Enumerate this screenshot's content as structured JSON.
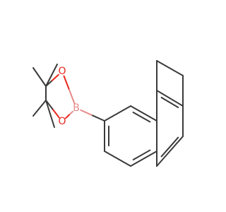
{
  "molecule": {
    "atoms": [
      {
        "id": "C1",
        "element": "C"
      },
      {
        "id": "C2",
        "element": "C"
      },
      {
        "id": "O3",
        "element": "O",
        "label": "O"
      },
      {
        "id": "B4",
        "element": "B",
        "label": "B"
      },
      {
        "id": "O5",
        "element": "O",
        "label": "O"
      },
      {
        "id": "Me1",
        "element": "C"
      },
      {
        "id": "Me2",
        "element": "C"
      },
      {
        "id": "Me3",
        "element": "C"
      },
      {
        "id": "Me4",
        "element": "C"
      },
      {
        "id": "Ar1",
        "element": "C"
      },
      {
        "id": "Ar2",
        "element": "C"
      },
      {
        "id": "Ar3",
        "element": "C"
      },
      {
        "id": "Ar4",
        "element": "C"
      },
      {
        "id": "Ar5",
        "element": "C"
      },
      {
        "id": "Ar6",
        "element": "C"
      },
      {
        "id": "Ar7",
        "element": "C"
      },
      {
        "id": "Ar8",
        "element": "C"
      },
      {
        "id": "Ar9",
        "element": "C"
      },
      {
        "id": "Ar10",
        "element": "C"
      },
      {
        "id": "Ar11",
        "element": "C"
      },
      {
        "id": "Ar12",
        "element": "C"
      },
      {
        "id": "Ar13",
        "element": "C"
      },
      {
        "id": "Ar14",
        "element": "C"
      }
    ],
    "colors": {
      "bond": "#3a3a3a",
      "oxygen": "#e8261c",
      "boron": "#e88a8a"
    }
  }
}
